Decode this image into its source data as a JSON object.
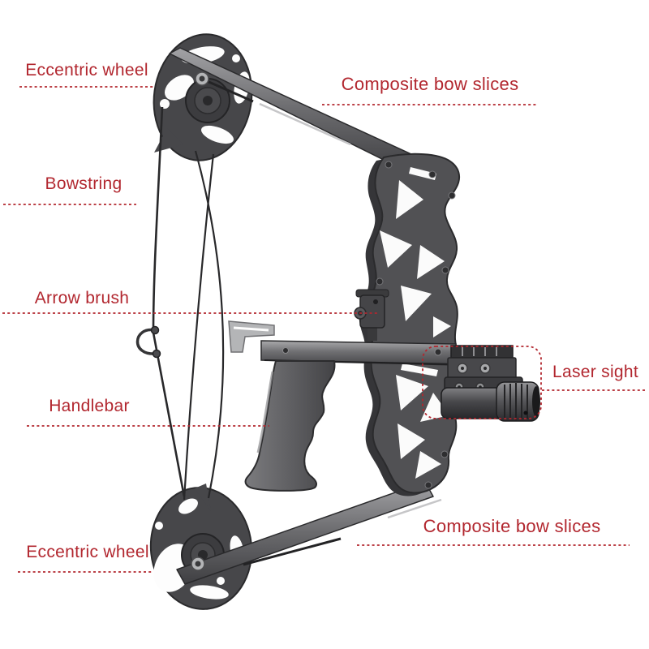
{
  "meta": {
    "title": "Compound bow parts diagram"
  },
  "colors": {
    "accent_red": "#b2272f",
    "background": "#fdfdfd",
    "bow_dark": "#3a3a3d",
    "bow_mid": "#515154",
    "bow_light": "#9b9b9e",
    "silver": "#b4b5b7"
  },
  "labels": {
    "eccentric_wheel_top": "Eccentric wheel",
    "composite_bow_slices_top": "Composite bow slices",
    "bowstring": "Bowstring",
    "arrow_brush": "Arrow brush",
    "handlebar": "Handlebar",
    "laser_sight": "Laser sight",
    "composite_bow_slices_bottom": "Composite bow slices",
    "eccentric_wheel_bottom": "Eccentric wheel"
  }
}
